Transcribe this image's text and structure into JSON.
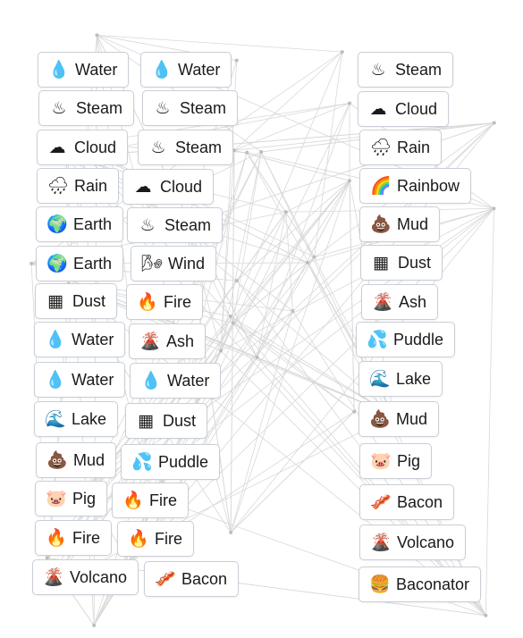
{
  "workspace": {
    "left_column_a": [
      {
        "emoji": "💧",
        "icon": "droplet-icon",
        "label": "Water"
      },
      {
        "emoji": "♨",
        "icon": "steam-icon",
        "label": "Steam"
      },
      {
        "emoji": "☁",
        "icon": "cloud-icon",
        "label": "Cloud"
      },
      {
        "emoji": "🌧",
        "icon": "rain-cloud-icon",
        "label": "Rain"
      },
      {
        "emoji": "🌍",
        "icon": "globe-icon",
        "label": "Earth"
      },
      {
        "emoji": "🌍",
        "icon": "globe-icon",
        "label": "Earth"
      },
      {
        "emoji": "▦",
        "icon": "dust-icon",
        "label": "Dust"
      },
      {
        "emoji": "💧",
        "icon": "droplet-icon",
        "label": "Water"
      },
      {
        "emoji": "💧",
        "icon": "droplet-icon",
        "label": "Water"
      },
      {
        "emoji": "🌊",
        "icon": "wave-icon",
        "label": "Lake"
      },
      {
        "emoji": "💩",
        "icon": "mud-icon",
        "label": "Mud"
      },
      {
        "emoji": "🐷",
        "icon": "pig-icon",
        "label": "Pig"
      },
      {
        "emoji": "🔥",
        "icon": "fire-icon",
        "label": "Fire"
      },
      {
        "emoji": "🌋",
        "icon": "volcano-icon",
        "label": "Volcano"
      }
    ],
    "left_column_b": [
      {
        "emoji": "💧",
        "icon": "droplet-icon",
        "label": "Water"
      },
      {
        "emoji": "♨",
        "icon": "steam-icon",
        "label": "Steam"
      },
      {
        "emoji": "♨",
        "icon": "steam-icon",
        "label": "Steam"
      },
      {
        "emoji": "☁",
        "icon": "cloud-icon",
        "label": "Cloud"
      },
      {
        "emoji": "♨",
        "icon": "steam-icon",
        "label": "Steam"
      },
      {
        "emoji": "🌬",
        "icon": "wind-icon",
        "label": "Wind"
      },
      {
        "emoji": "🔥",
        "icon": "fire-icon",
        "label": "Fire"
      },
      {
        "emoji": "🌋",
        "icon": "volcano-icon",
        "label": "Ash"
      },
      {
        "emoji": "💧",
        "icon": "droplet-icon",
        "label": "Water"
      },
      {
        "emoji": "▦",
        "icon": "dust-icon",
        "label": "Dust"
      },
      {
        "emoji": "💦",
        "icon": "splash-icon",
        "label": "Puddle"
      },
      {
        "emoji": "🔥",
        "icon": "fire-icon",
        "label": "Fire"
      },
      {
        "emoji": "🔥",
        "icon": "fire-icon",
        "label": "Fire"
      },
      {
        "emoji": "🥓",
        "icon": "bacon-icon",
        "label": "Bacon"
      }
    ],
    "right_column": [
      {
        "emoji": "♨",
        "icon": "steam-icon",
        "label": "Steam"
      },
      {
        "emoji": "☁",
        "icon": "cloud-icon",
        "label": "Cloud"
      },
      {
        "emoji": "🌧",
        "icon": "rain-cloud-icon",
        "label": "Rain"
      },
      {
        "emoji": "🌈",
        "icon": "rainbow-icon",
        "label": "Rainbow"
      },
      {
        "emoji": "💩",
        "icon": "mud-icon",
        "label": "Mud"
      },
      {
        "emoji": "▦",
        "icon": "dust-icon",
        "label": "Dust"
      },
      {
        "emoji": "🌋",
        "icon": "volcano-icon",
        "label": "Ash"
      },
      {
        "emoji": "💦",
        "icon": "splash-icon",
        "label": "Puddle"
      },
      {
        "emoji": "🌊",
        "icon": "wave-icon",
        "label": "Lake"
      },
      {
        "emoji": "💩",
        "icon": "mud-icon",
        "label": "Mud"
      },
      {
        "emoji": "🐷",
        "icon": "pig-icon",
        "label": "Pig"
      },
      {
        "emoji": "🥓",
        "icon": "bacon-icon",
        "label": "Bacon"
      },
      {
        "emoji": "🌋",
        "icon": "volcano-icon",
        "label": "Volcano"
      },
      {
        "emoji": "🍔",
        "icon": "burger-icon",
        "label": "Baconator"
      }
    ]
  },
  "colors": {
    "chip_border": "#c9ced6",
    "chip_background": "#ffffff",
    "background_lines": "#d8d8d8"
  }
}
